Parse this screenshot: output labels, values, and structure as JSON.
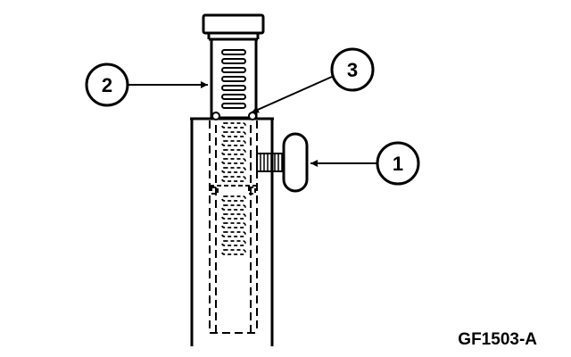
{
  "callouts": {
    "c1": "1",
    "c2": "2",
    "c3": "3"
  },
  "figure_code": "GF1503-A"
}
